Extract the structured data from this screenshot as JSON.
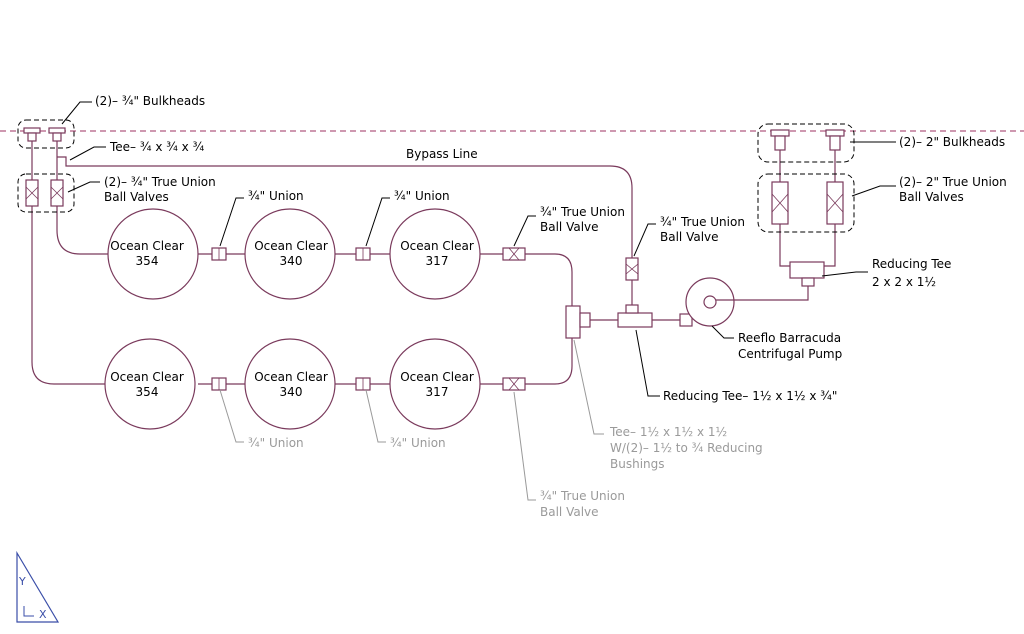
{
  "colors": {
    "pipe": "#7a3a5c",
    "water_line": "#9c3060",
    "label": "#000000",
    "label_grey": "#9a9a9a",
    "background": "#ffffff"
  },
  "labels": {
    "bulkheads_34": "(2)– ¾\" Bulkheads",
    "tee_34": "Tee– ¾ x ¾ x ¾",
    "true_union_34_a": "(2)– ¾\" True Union",
    "true_union_34_b": "Ball Valves",
    "bypass_line": "Bypass Line",
    "union_34_top1": "¾\" Union",
    "union_34_top2": "¾\" Union",
    "bv_top_a": "¾\" True Union",
    "bv_top_b": "Ball Valve",
    "bv_bypass_a": "¾\" True Union",
    "bv_bypass_b": "Ball Valve",
    "bulkheads_2": "(2)– 2\" Bulkheads",
    "true_union_2_a": "(2)– 2\" True Union",
    "true_union_2_b": "Ball Valves",
    "reducing_tee_a": "Reducing Tee",
    "reducing_tee_b": "2 x 2 x 1½",
    "pump_a": "Reeflo Barracuda",
    "pump_b": "Centrifugal Pump",
    "reducing_tee_small": "Reducing Tee– 1½ x 1½ x ¾\"",
    "union_34_bot1": "¾\" Union",
    "union_34_bot2": "¾\" Union",
    "tee_15_a": "Tee– 1½ x 1½ x 1½",
    "tee_15_b": "W/(2)– 1½ to ¾ Reducing",
    "tee_15_c": "Bushings",
    "bv_bot_a": "¾\" True Union",
    "bv_bot_b": "Ball Valve",
    "ucs_y": "Y",
    "ucs_x": "X"
  },
  "filters": [
    {
      "name": "Ocean Clear",
      "model": "354"
    },
    {
      "name": "Ocean Clear",
      "model": "340"
    },
    {
      "name": "Ocean Clear",
      "model": "317"
    },
    {
      "name": "Ocean Clear",
      "model": "354"
    },
    {
      "name": "Ocean Clear",
      "model": "340"
    },
    {
      "name": "Ocean Clear",
      "model": "317"
    }
  ]
}
